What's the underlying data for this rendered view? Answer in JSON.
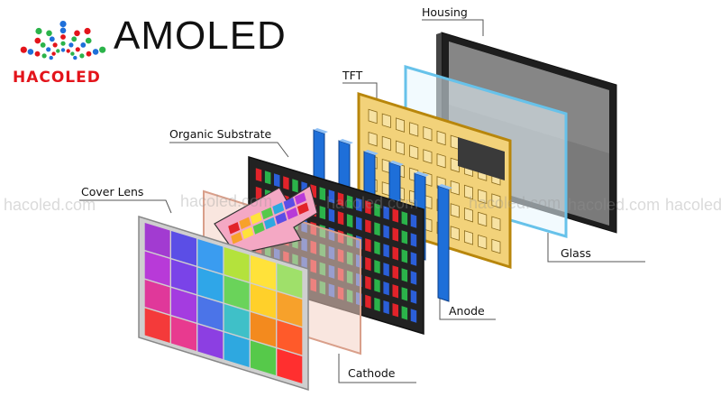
{
  "brand": {
    "title": "AMOLED",
    "name": "HACOLED",
    "name_color": "#e3141b"
  },
  "labels": {
    "housing": "Housing",
    "tft": "TFT",
    "organic_substrate": "Organic Substrate",
    "cover_lens": "Cover Lens",
    "glass": "Glass",
    "anode": "Anode",
    "cathode": "Cathode"
  },
  "watermarks": [
    "hacoled.com",
    "hacoled.com",
    "hacoled.com",
    "hacoled.com",
    "hacoled.com",
    "hacoled.com"
  ],
  "colors": {
    "anode": "#1e6fd9",
    "tft": "#f2d27a",
    "tft_border": "#b8860b",
    "cathode_tint": "#f4d2c4",
    "housing": "#222222",
    "glass": "#d9f1fb"
  },
  "lens_palette": [
    [
      "#a23bd1",
      "#5b4ee6",
      "#3a9cf0",
      "#b4e23c",
      "#ffe23a",
      "#9fe06a"
    ],
    [
      "#b83ad8",
      "#7a43e8",
      "#2fa6e8",
      "#6ad35a",
      "#ffd02a",
      "#f7a12b"
    ],
    [
      "#e0389a",
      "#a43ce0",
      "#4b74e8",
      "#3fc0c8",
      "#f38a1e",
      "#ff5a2a"
    ],
    [
      "#f43a3a",
      "#e83a8f",
      "#8c3fe2",
      "#2ea8e0",
      "#56c94a",
      "#ff2f2f"
    ]
  ]
}
